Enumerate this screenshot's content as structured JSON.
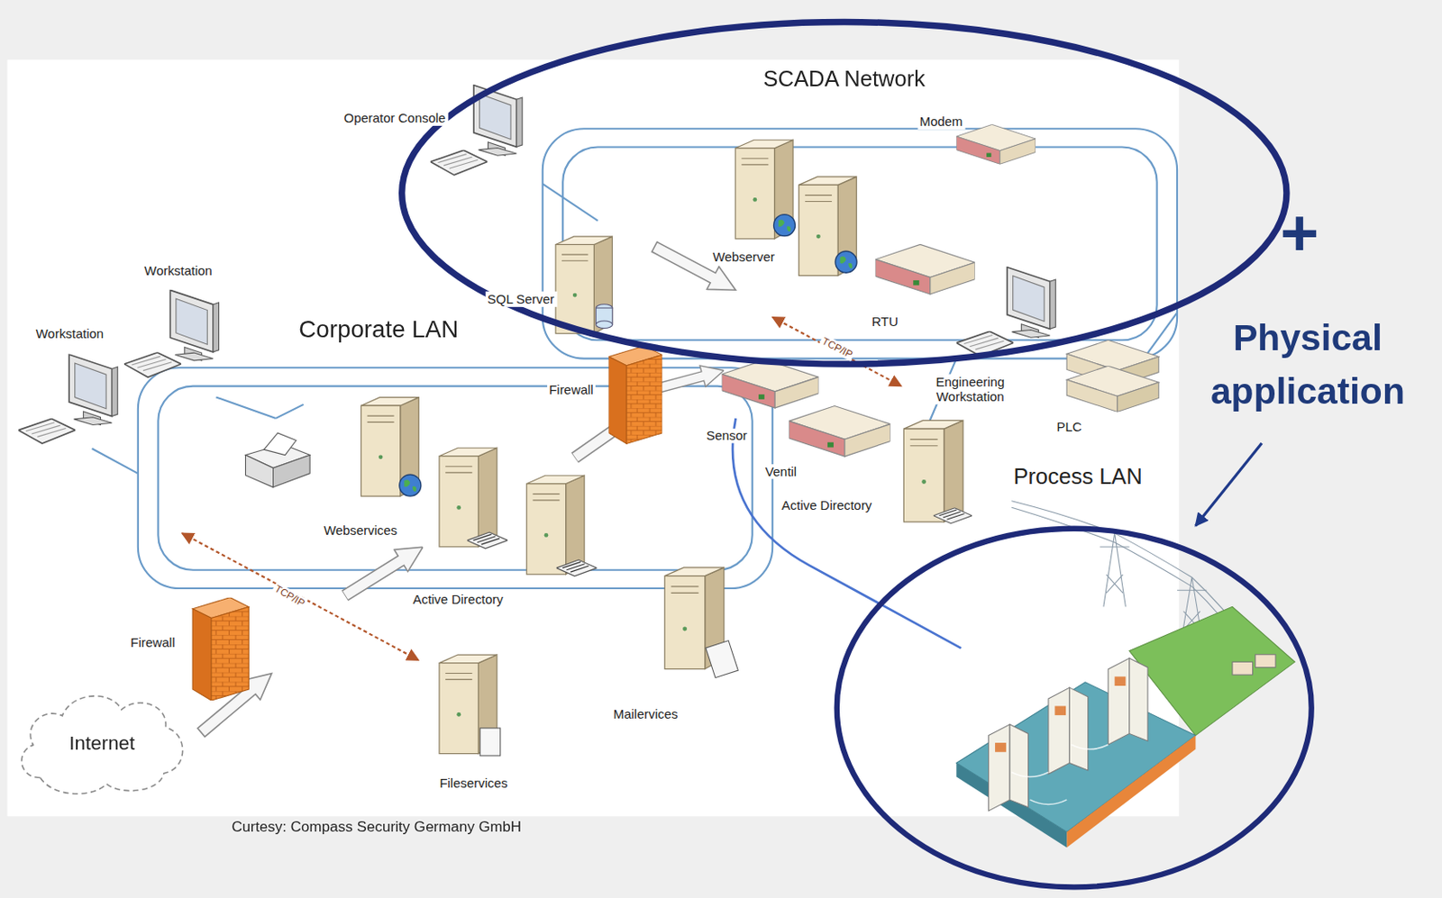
{
  "diagram": {
    "nodes": [
      {
        "text": [
          "SCADA Network"
        ]
      },
      {
        "text": [
          "Internet"
        ]
      }
    ],
    "edges": [],
    "labels": [
      "Operator Console",
      "Modem",
      "+",
      "Webserver",
      "Workstation",
      "SQL Server",
      "RTU",
      "Physical application",
      "Workstation",
      "Corporate LAN",
      "TCP/IP",
      "Firewall",
      "Engineering Workstation",
      "Sensor",
      "PLC",
      "Process LAN",
      "Ventil",
      "Active Directory",
      "Webservices",
      "TCP/IP",
      "Active Directory",
      "Firewall",
      "Mailervices",
      "Fileservices",
      "Curtesy: Compass Security Germany GmbH"
    ]
  }
}
